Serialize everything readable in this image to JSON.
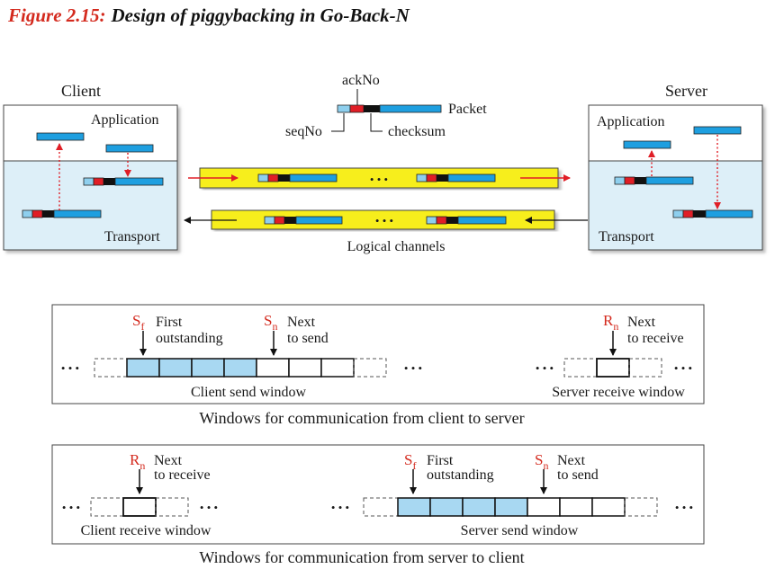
{
  "figure": {
    "number": "Figure 2.15:",
    "title": "Design of piggybacking in Go-Back-N"
  },
  "top_diagram": {
    "client_label": "Client",
    "server_label": "Server",
    "application_label": "Application",
    "transport_label": "Transport",
    "packet_legend": {
      "ackNo": "ackNo",
      "packet": "Packet",
      "seqNo": "seqNo",
      "checksum": "checksum"
    },
    "channel_dots": "• • •",
    "logical_channels_label": "Logical channels"
  },
  "window_panel_1": {
    "caption": "Windows for communication from client to server",
    "sf_symbol": "S",
    "sf_sub": "f",
    "sf_line1": "First",
    "sf_line2": "outstanding",
    "sn_symbol": "S",
    "sn_sub": "n",
    "sn_line1": "Next",
    "sn_line2": "to send",
    "rn_symbol": "R",
    "rn_sub": "n",
    "rn_line1": "Next",
    "rn_line2": "to receive",
    "send_window_label": "Client send window",
    "receive_window_label": "Server receive window",
    "dots": "• • •"
  },
  "window_panel_2": {
    "caption": "Windows for communication from server to client",
    "rn_symbol": "R",
    "rn_sub": "n",
    "rn_line1": "Next",
    "rn_line2": "to receive",
    "sf_symbol": "S",
    "sf_sub": "f",
    "sf_line1": "First",
    "sf_line2": "outstanding",
    "sn_symbol": "S",
    "sn_sub": "n",
    "sn_line1": "Next",
    "sn_line2": "to send",
    "receive_window_label": "Client receive window",
    "send_window_label": "Server send window",
    "dots": "• • •"
  },
  "colors": {
    "title_red": "#d42a1e",
    "packet_blue": "#1e9fe0",
    "packet_light": "#8ecfee",
    "ack_red": "#e01e26",
    "checksum_black": "#111111",
    "channel_yellow": "#f7ee1a",
    "transport_bg": "#ddeff8",
    "window_fill": "#a8d8f2",
    "arrow_red": "#e01e26"
  }
}
